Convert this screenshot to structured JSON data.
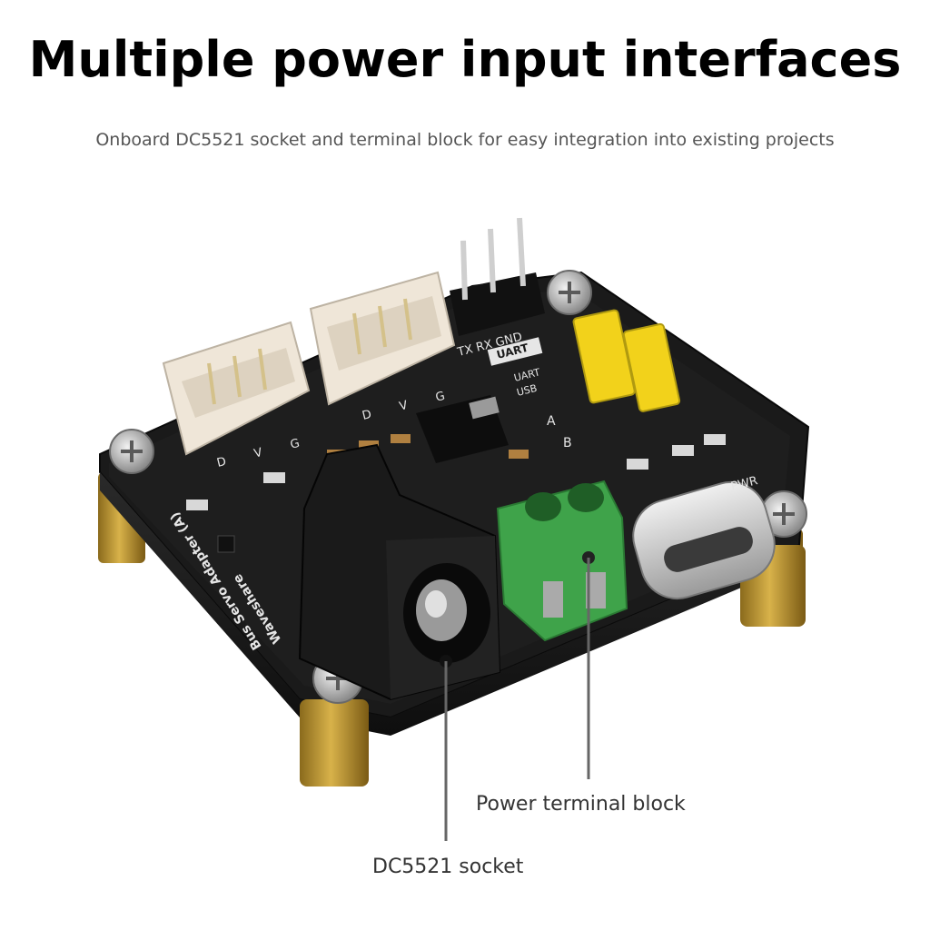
{
  "header": {
    "title": "Multiple power input interfaces",
    "subtitle": "Onboard DC5521 socket and terminal block for easy integration into existing projects"
  },
  "board": {
    "silkscreen": {
      "header_pins": "TX RX GND",
      "uart_box": "UART",
      "jumper_a": "A",
      "jumper_b": "B",
      "uart_row": "UART",
      "usb_row": "USB",
      "pwr": "PWR",
      "port_labels": "D V G",
      "brand": "Waveshare",
      "product": "Bus Servo Adapter (A)"
    }
  },
  "callouts": {
    "terminal_block": "Power terminal block",
    "dc_socket": "DC5521 socket"
  },
  "colors": {
    "pcb": "#1c1c1c",
    "brass": "#b8902a",
    "terminal_green": "#3fa34a",
    "jumper_yellow": "#f2d21b",
    "connector_white": "#efe6d8"
  }
}
